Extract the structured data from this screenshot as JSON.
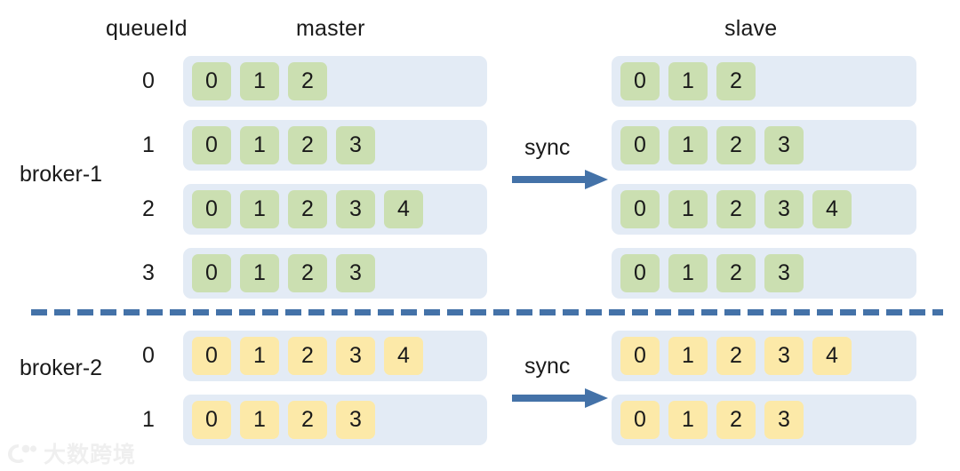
{
  "headers": {
    "queue_id": "queueId",
    "master": "master",
    "slave": "slave"
  },
  "colors": {
    "track": "#e3ebf5",
    "cell_green": "#cbdfb1",
    "cell_yellow": "#fce9a8",
    "arrow": "#4472a8",
    "divider": "#4472a8",
    "text": "#1a1a1a"
  },
  "brokers": [
    {
      "label": "broker-1",
      "cell_color": "green",
      "sync_label": "sync",
      "queues": [
        {
          "queue_id": "0",
          "master": [
            "0",
            "1",
            "2"
          ],
          "slave": [
            "0",
            "1",
            "2"
          ]
        },
        {
          "queue_id": "1",
          "master": [
            "0",
            "1",
            "2",
            "3"
          ],
          "slave": [
            "0",
            "1",
            "2",
            "3"
          ]
        },
        {
          "queue_id": "2",
          "master": [
            "0",
            "1",
            "2",
            "3",
            "4"
          ],
          "slave": [
            "0",
            "1",
            "2",
            "3",
            "4"
          ]
        },
        {
          "queue_id": "3",
          "master": [
            "0",
            "1",
            "2",
            "3"
          ],
          "slave": [
            "0",
            "1",
            "2",
            "3"
          ]
        }
      ]
    },
    {
      "label": "broker-2",
      "cell_color": "yellow",
      "sync_label": "sync",
      "queues": [
        {
          "queue_id": "0",
          "master": [
            "0",
            "1",
            "2",
            "3",
            "4"
          ],
          "slave": [
            "0",
            "1",
            "2",
            "3",
            "4"
          ]
        },
        {
          "queue_id": "1",
          "master": [
            "0",
            "1",
            "2",
            "3"
          ],
          "slave": [
            "0",
            "1",
            "2",
            "3"
          ]
        }
      ]
    }
  ],
  "divider": {
    "style": "dashed"
  },
  "watermark": {
    "text": "大数跨境"
  }
}
